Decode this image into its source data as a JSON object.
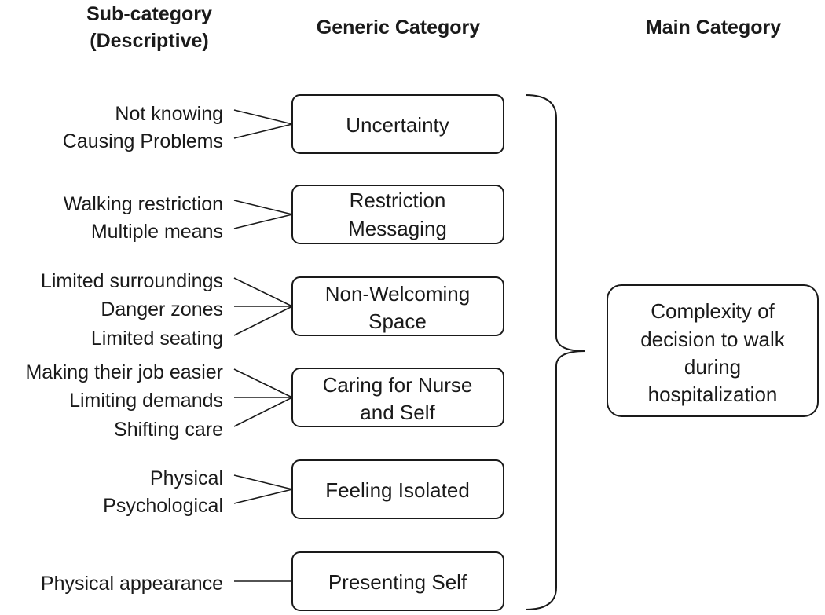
{
  "headers": {
    "sub_line1": "Sub-category",
    "sub_line2": "(Descriptive)",
    "generic": "Generic Category",
    "main": "Main Category"
  },
  "groups": [
    {
      "generic": [
        "Uncertainty"
      ],
      "subs": [
        "Not knowing",
        "Causing Problems"
      ]
    },
    {
      "generic": [
        "Restriction",
        "Messaging"
      ],
      "subs": [
        "Walking restriction",
        "Multiple means"
      ]
    },
    {
      "generic": [
        "Non-Welcoming",
        "Space"
      ],
      "subs": [
        "Limited surroundings",
        "Danger zones",
        "Limited seating"
      ]
    },
    {
      "generic": [
        "Caring for Nurse",
        "and Self"
      ],
      "subs": [
        "Making their job easier",
        "Limiting demands",
        "Shifting care"
      ]
    },
    {
      "generic": [
        "Feeling Isolated"
      ],
      "subs": [
        "Physical",
        "Psychological"
      ]
    },
    {
      "generic": [
        "Presenting Self"
      ],
      "subs": [
        "Physical appearance"
      ]
    }
  ],
  "main_category": [
    "Complexity of",
    "decision to walk",
    "during",
    "hospitalization"
  ]
}
